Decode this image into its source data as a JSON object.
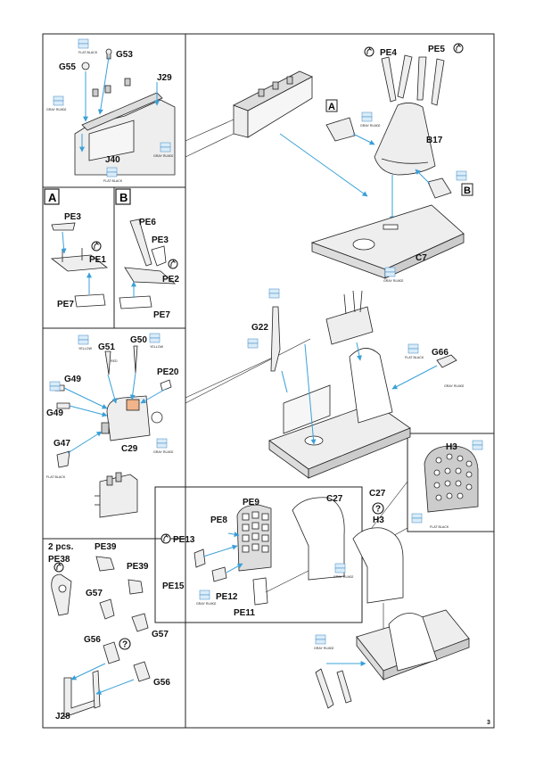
{
  "page_number": "3",
  "colors": {
    "line": "#222222",
    "part_fill": "#eeeeee",
    "arrow": "#3aa0d8",
    "swatch_fill": "#d9ecf8",
    "swatch_stroke": "#3a86c4",
    "highlight": "#f2b48a"
  },
  "section_letters": {
    "a": "A",
    "b": "B"
  },
  "count_note": "2 pcs.",
  "paint_notes": {
    "flat_black": "FLAT BLACK",
    "gray": "GRAY RLM02",
    "red": "RED",
    "yellow": "YELLOW"
  },
  "panel1": {
    "parts": [
      "G53",
      "G55",
      "J29",
      "J40"
    ]
  },
  "panelA": {
    "parts": [
      "PE3",
      "PE1",
      "PE7"
    ]
  },
  "panelB": {
    "parts": [
      "PE6",
      "PE3",
      "PE2",
      "PE7"
    ]
  },
  "panel_gauges": {
    "parts": [
      "G51",
      "G50",
      "PE20",
      "G49",
      "G49",
      "G47",
      "C29"
    ]
  },
  "panel_pedals": {
    "parts": [
      "PE38",
      "PE39",
      "PE39",
      "G57",
      "G57",
      "G56",
      "G56",
      "J28"
    ]
  },
  "seat_area": {
    "parts": [
      "PE4",
      "PE5",
      "B17",
      "C7"
    ]
  },
  "floor_area": {
    "parts": [
      "G22",
      "G66"
    ]
  },
  "panel_h3": {
    "parts": [
      "H3"
    ]
  },
  "instrument_area": {
    "parts": [
      "PE9",
      "PE8",
      "PE13",
      "C27",
      "PE15",
      "PE12",
      "PE11",
      "C27",
      "H3"
    ]
  }
}
